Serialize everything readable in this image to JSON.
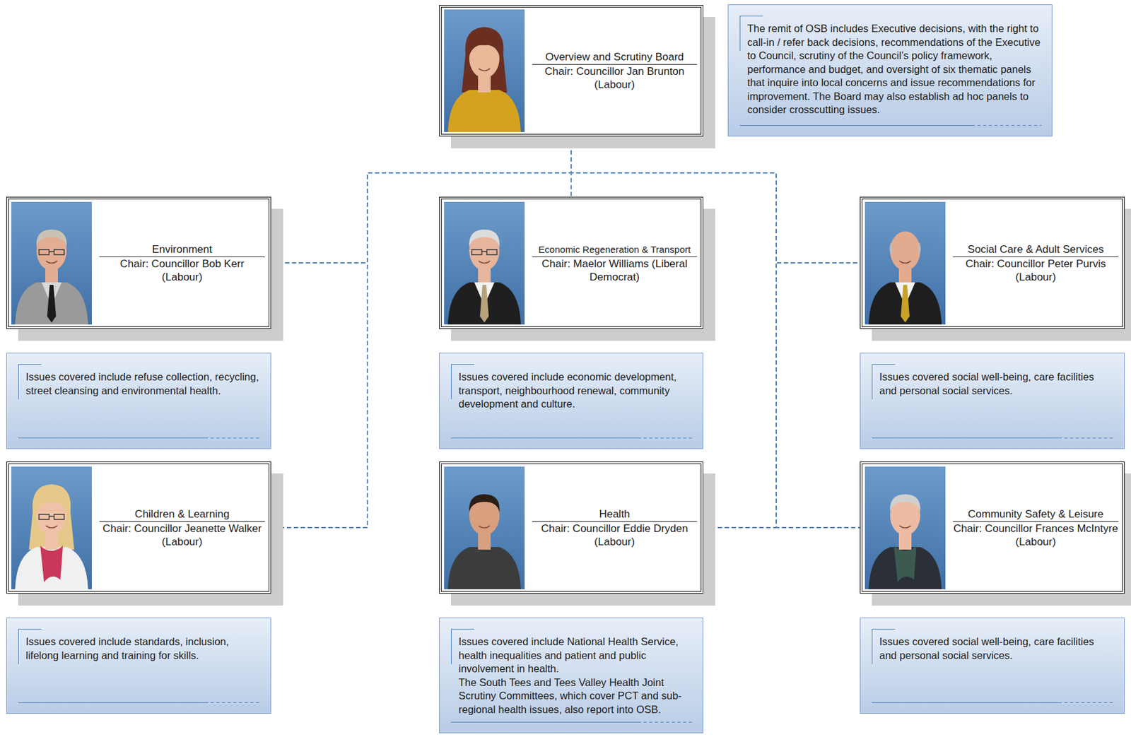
{
  "diagram": {
    "nodes": [
      {
        "text": [
          "Overview and Scrutiny Board",
          "Chair: Councillor Jan Brunton (Labour)"
        ]
      },
      {
        "text": [
          "The remit of OSB includes Executive decisions, with the right to call-in / refer back decisions, recommendations of the Executive to Council, scrutiny of the Council’s policy framework, performance and budget, and oversight of six thematic panels that inquire into local concerns and issue recommendations for improvement. The Board may also establish ad hoc panels to consider crosscutting issues."
        ]
      },
      {
        "text": [
          "Environment",
          "Chair: Councillor Bob Kerr (Labour)"
        ]
      },
      {
        "text": [
          "Economic Regeneration & Transport",
          "Chair: Maelor Williams (Liberal Democrat)"
        ]
      },
      {
        "text": [
          "Social Care & Adult Services",
          "Chair: Councillor Peter Purvis (Labour)"
        ]
      },
      {
        "text": [
          "Issues covered include refuse collection, recycling, street cleansing and environmental health."
        ]
      },
      {
        "text": [
          "Issues covered include economic development, transport, neighbourhood renewal, community development and culture."
        ]
      },
      {
        "text": [
          "Issues covered social well-being, care facilities and personal social services."
        ]
      },
      {
        "text": [
          "Children & Learning",
          "Chair: Councillor Jeanette Walker (Labour)"
        ]
      },
      {
        "text": [
          "Health",
          "Chair: Councillor Eddie Dryden (Labour)"
        ]
      },
      {
        "text": [
          "Community Safety & Leisure",
          "Chair: Councillor Frances McIntyre (Labour)"
        ]
      },
      {
        "text": [
          "Issues covered include standards, inclusion, lifelong learning and training for skills."
        ]
      },
      {
        "text": [
          "Issues covered include National Health Service, health inequalities and patient and public involvement in health.",
          "The South Tees and Tees Valley Health Joint Scrutiny Committees, which cover PCT and sub-regional health issues, also report into OSB."
        ]
      },
      {
        "text": [
          "Issues covered social well-being, care facilities and personal social services."
        ]
      }
    ],
    "edges": [
      {
        "from": 0,
        "to": 2,
        "arrow": "none"
      },
      {
        "from": 0,
        "to": 3,
        "arrow": "none"
      },
      {
        "from": 0,
        "to": 4,
        "arrow": "none"
      },
      {
        "from": 0,
        "to": 8,
        "arrow": "none"
      },
      {
        "from": 0,
        "to": 9,
        "arrow": "none"
      },
      {
        "from": 0,
        "to": 10,
        "arrow": "none"
      }
    ]
  }
}
